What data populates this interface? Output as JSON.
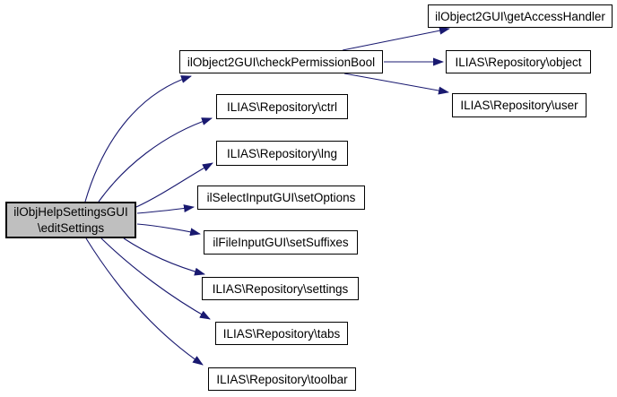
{
  "diagram": {
    "type": "call-graph",
    "colors": {
      "background": "#ffffff",
      "edge": "#191970",
      "node_fill": "#ffffff",
      "node_border": "#000000",
      "root_fill": "#bfbfbf",
      "text": "#000000"
    },
    "root": {
      "id": "editSettings",
      "label_line1": "ilObjHelpSettingsGUI",
      "label_line2": "\\editSettings"
    },
    "nodes": [
      {
        "id": "checkPermissionBool",
        "label": "ilObject2GUI\\checkPermissionBool"
      },
      {
        "id": "ctrl",
        "label": "ILIAS\\Repository\\ctrl"
      },
      {
        "id": "lng",
        "label": "ILIAS\\Repository\\lng"
      },
      {
        "id": "setOptions",
        "label": "ilSelectInputGUI\\setOptions"
      },
      {
        "id": "setSuffixes",
        "label": "ilFileInputGUI\\setSuffixes"
      },
      {
        "id": "settings",
        "label": "ILIAS\\Repository\\settings"
      },
      {
        "id": "tabs",
        "label": "ILIAS\\Repository\\tabs"
      },
      {
        "id": "toolbar",
        "label": "ILIAS\\Repository\\toolbar"
      },
      {
        "id": "getAccessHandler",
        "label": "ilObject2GUI\\getAccessHandler"
      },
      {
        "id": "object",
        "label": "ILIAS\\Repository\\object"
      },
      {
        "id": "user",
        "label": "ILIAS\\Repository\\user"
      }
    ],
    "edges": [
      {
        "from": "editSettings",
        "to": "checkPermissionBool"
      },
      {
        "from": "editSettings",
        "to": "ctrl"
      },
      {
        "from": "editSettings",
        "to": "lng"
      },
      {
        "from": "editSettings",
        "to": "setOptions"
      },
      {
        "from": "editSettings",
        "to": "setSuffixes"
      },
      {
        "from": "editSettings",
        "to": "settings"
      },
      {
        "from": "editSettings",
        "to": "tabs"
      },
      {
        "from": "editSettings",
        "to": "toolbar"
      },
      {
        "from": "checkPermissionBool",
        "to": "getAccessHandler"
      },
      {
        "from": "checkPermissionBool",
        "to": "object"
      },
      {
        "from": "checkPermissionBool",
        "to": "user"
      }
    ]
  }
}
